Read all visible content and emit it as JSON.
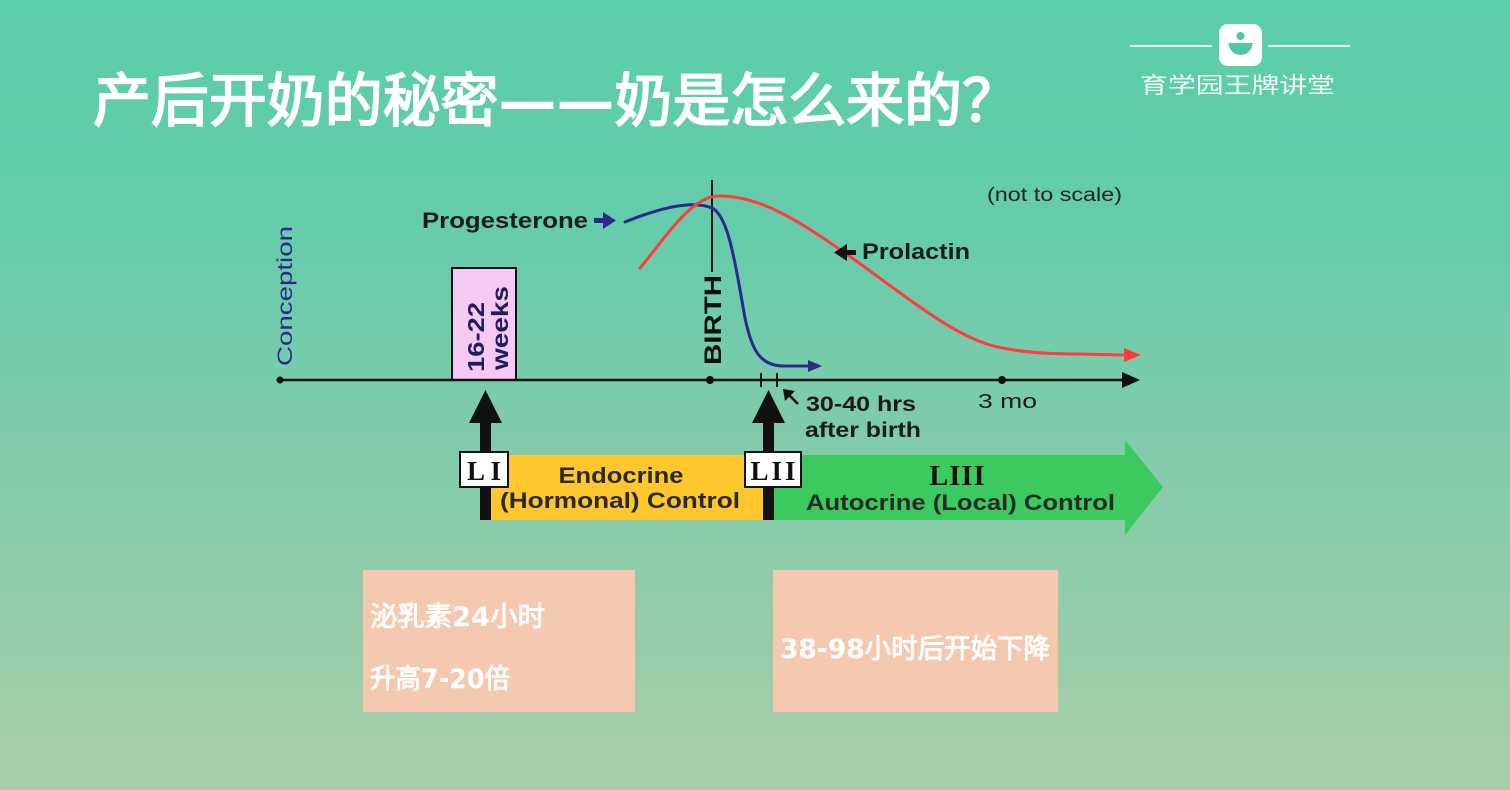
{
  "slide": {
    "title": "产后开奶的秘密——奶是怎么来的？",
    "background_top_color": "#5acdaa",
    "background_bottom_color": "#a9cea8"
  },
  "logo": {
    "icon": "bowl-smile-logo-icon",
    "icon_color": "#4fc7a4",
    "text": "育学园王牌讲堂"
  },
  "diagram": {
    "scale_note": "(not to scale)",
    "timeline": {
      "conception": "Conception",
      "gestation_line1": "16-22",
      "gestation_line2": "weeks",
      "gestation_box_color": "#f6c8f4",
      "birth": "BIRTH",
      "postpartum_line1": "30-40 hrs",
      "postpartum_line2": "after birth",
      "postpartum_pointer_icon": "up-left-arrow-icon",
      "three_months": "3 mo"
    },
    "hormones": {
      "progesterone": {
        "label": "Progesterone",
        "color": "#2b2a8c",
        "pointer_icon": "right-arrow-icon"
      },
      "prolactin": {
        "label": "Prolactin",
        "color": "#ff3b3b",
        "pointer_icon": "left-arrow-icon"
      }
    },
    "stages": {
      "stage_1": "LI",
      "stage_2": "LII",
      "stage_3": "LIII",
      "marker_icon": "up-arrow-icon"
    },
    "endocrine_band": {
      "line1": "Endocrine",
      "line2": "(Hormonal) Control",
      "color": "#fdc72d"
    },
    "autocrine_band": {
      "label": "Autocrine (Local) Control",
      "color": "#3cc95f"
    }
  },
  "notes": [
    {
      "line1": "泌乳素24小时",
      "line2": "升高7-20倍"
    },
    {
      "line1": "38-98小时后开始下降"
    }
  ],
  "note_box_color": "#f5c9af"
}
